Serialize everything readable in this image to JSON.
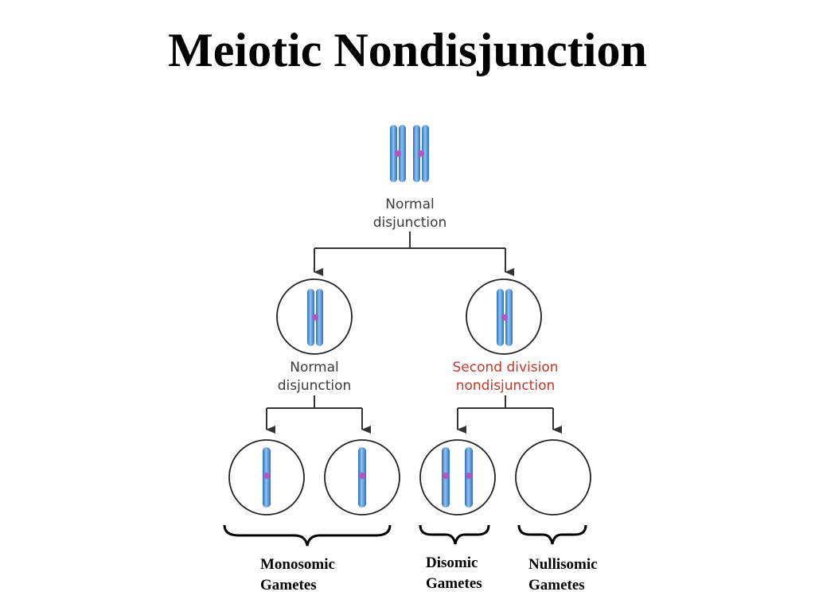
{
  "title": "Meiotic Nondisjunction",
  "labels": {
    "top_line1": "Normal",
    "top_line2": "disjunction",
    "left_line1": "Normal",
    "left_line2": "disjunction",
    "right_line1": "Second division",
    "right_line2": "nondisjunction"
  },
  "gametes": [
    {
      "line1": "Monosomic",
      "line2": "Gametes"
    },
    {
      "line1": "Disomic",
      "line2": "Gametes"
    },
    {
      "line1": "Nullisomic",
      "line2": "Gametes"
    }
  ],
  "colors": {
    "chromosome": "#4a90d9",
    "centromere": "#b455c6",
    "nondisjunction_text": "#c0392b"
  }
}
